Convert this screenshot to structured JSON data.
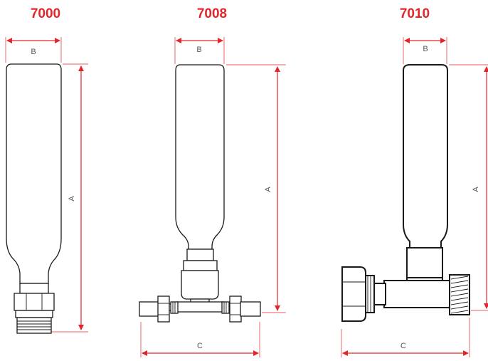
{
  "models": [
    {
      "id": "7000",
      "title": "7000",
      "dims": {
        "a": "A",
        "b": "B"
      }
    },
    {
      "id": "7008",
      "title": "7008",
      "dims": {
        "a": "A",
        "b": "B",
        "c": "C"
      }
    },
    {
      "id": "7010",
      "title": "7010",
      "dims": {
        "a": "A",
        "b": "B",
        "c": "C"
      }
    }
  ],
  "colors": {
    "accent": "#e3262b",
    "outline": "#1a1a1a",
    "label": "#555555"
  }
}
